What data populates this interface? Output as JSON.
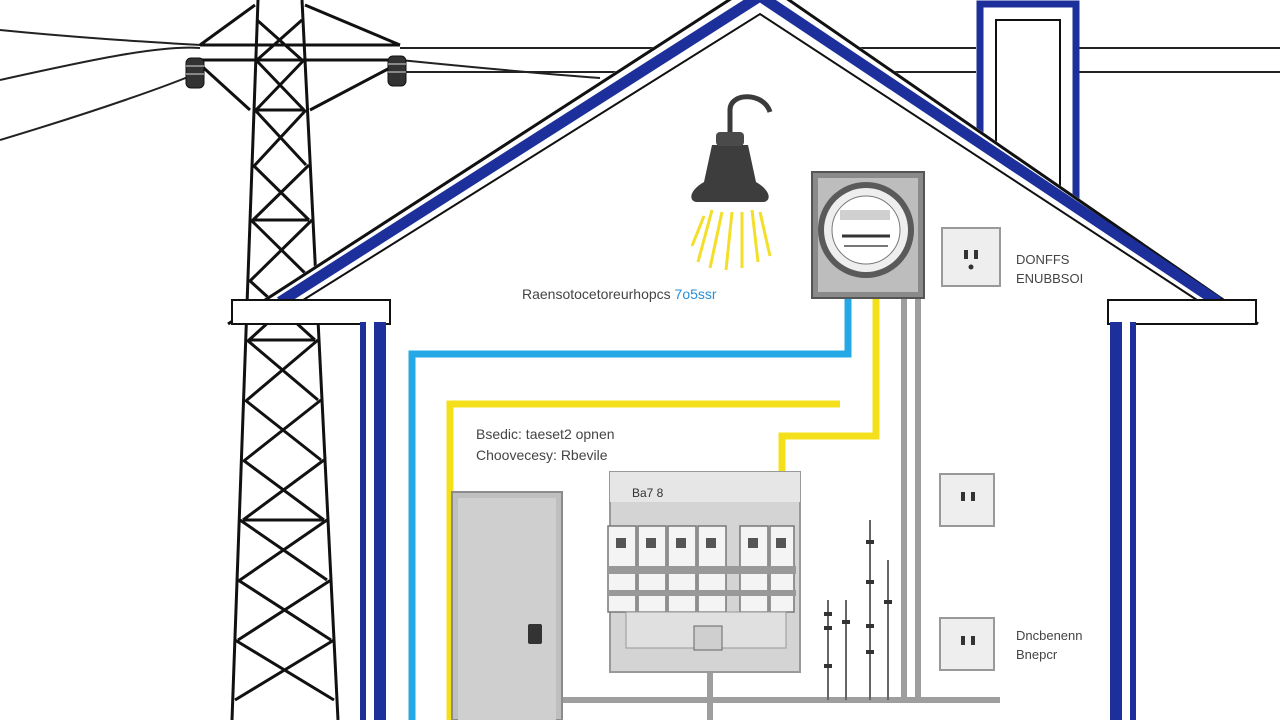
{
  "labels": {
    "top_center": {
      "text": "Raensotocetoreurhopcs",
      "accent": "7o5ssr"
    },
    "top_right": {
      "line1": "DONFFS",
      "line2": "ENUBBSOI"
    },
    "mid_left": {
      "line1": "Bsedic: taeset2 opnen",
      "line2": "Choovecesy: Rbevile"
    },
    "panel_tag": "Ba7 8",
    "bottom_right": {
      "line1": "Dncbenenn",
      "line2": "Bnepcr"
    }
  },
  "colors": {
    "house_outline": "#1c2f9a",
    "wire_blue": "#27a8e6",
    "wire_yellow": "#f4e01a",
    "wire_gray": "#a0a0a0",
    "light_rays": "#f3df2a",
    "lamp": "#4a4a4a"
  },
  "icons": [
    "transmission-tower-icon",
    "pendant-lamp-icon",
    "electric-meter-icon",
    "wall-outlet-icon",
    "breaker-panel-icon",
    "service-cabinet-icon"
  ]
}
